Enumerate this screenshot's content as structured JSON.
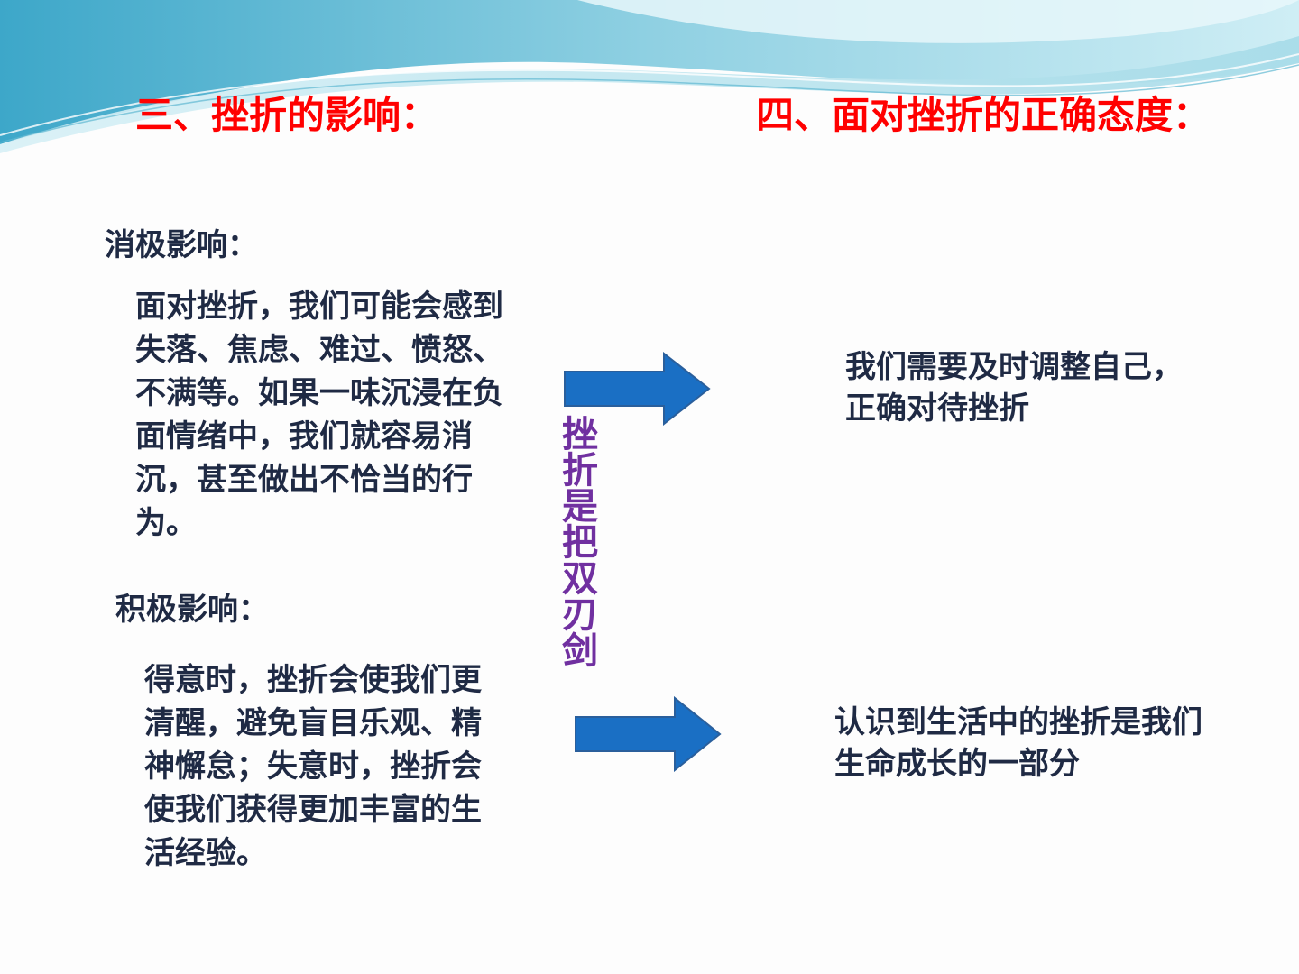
{
  "left": {
    "heading": "三、挫折的影响：",
    "negative_label": "消极影响：",
    "negative_text": "面对挫折，我们可能会感到失落、焦虑、难过、愤怒、不满等。如果一味沉浸在负面情绪中，我们就容易消沉，甚至做出不恰当的行为。",
    "positive_label": "积极影响：",
    "positive_text": "得意时，挫折会使我们更清醒，避免盲目乐观、精神懈怠；失意时，挫折会使我们获得更加丰富的生活经验。"
  },
  "middle": {
    "vertical_text": "挫折是把双刃剑"
  },
  "right": {
    "heading": "四、面对挫折的正确态度：",
    "point_1": "我们需要及时调整自己，正确对待挫折",
    "point_2": "认识到生活中的挫折是我们生命成长的一部分"
  },
  "colors": {
    "heading": "#ff0000",
    "body_text": "#1f2a44",
    "vertical_text": "#7030a0",
    "arrow": "#1a6fc4",
    "wave_light": "#bfe6f0",
    "wave_mid": "#7cc8dc",
    "wave_dark": "#2e9fc2"
  },
  "icons": [
    "right-arrow-icon"
  ]
}
